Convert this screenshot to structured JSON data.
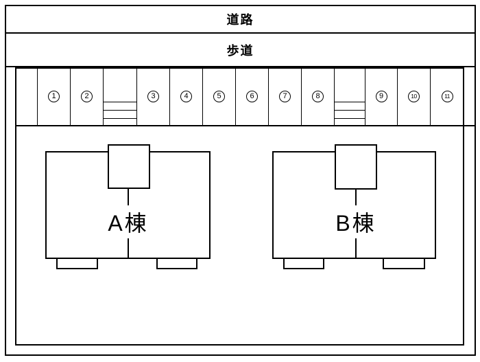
{
  "diagram": {
    "colors": {
      "line": "#000000",
      "background": "#ffffff"
    },
    "road": {
      "label": "道路"
    },
    "sidewalk": {
      "label": "歩道"
    },
    "parking_row": {
      "stalls": [
        {
          "type": "spacer",
          "label": ""
        },
        {
          "type": "stall",
          "label": "1"
        },
        {
          "type": "stall",
          "label": "2"
        },
        {
          "type": "stairs",
          "label": ""
        },
        {
          "type": "stall",
          "label": "3"
        },
        {
          "type": "stall",
          "label": "4"
        },
        {
          "type": "stall",
          "label": "5"
        },
        {
          "type": "stall",
          "label": "6"
        },
        {
          "type": "stall",
          "label": "7"
        },
        {
          "type": "stall",
          "label": "8"
        },
        {
          "type": "stairs",
          "label": ""
        },
        {
          "type": "stall",
          "label": "9"
        },
        {
          "type": "stall",
          "label": "10"
        },
        {
          "type": "stall",
          "label": "11"
        },
        {
          "type": "spacer",
          "label": ""
        }
      ]
    },
    "buildings": [
      {
        "label": "A棟"
      },
      {
        "label": "B棟"
      }
    ]
  }
}
